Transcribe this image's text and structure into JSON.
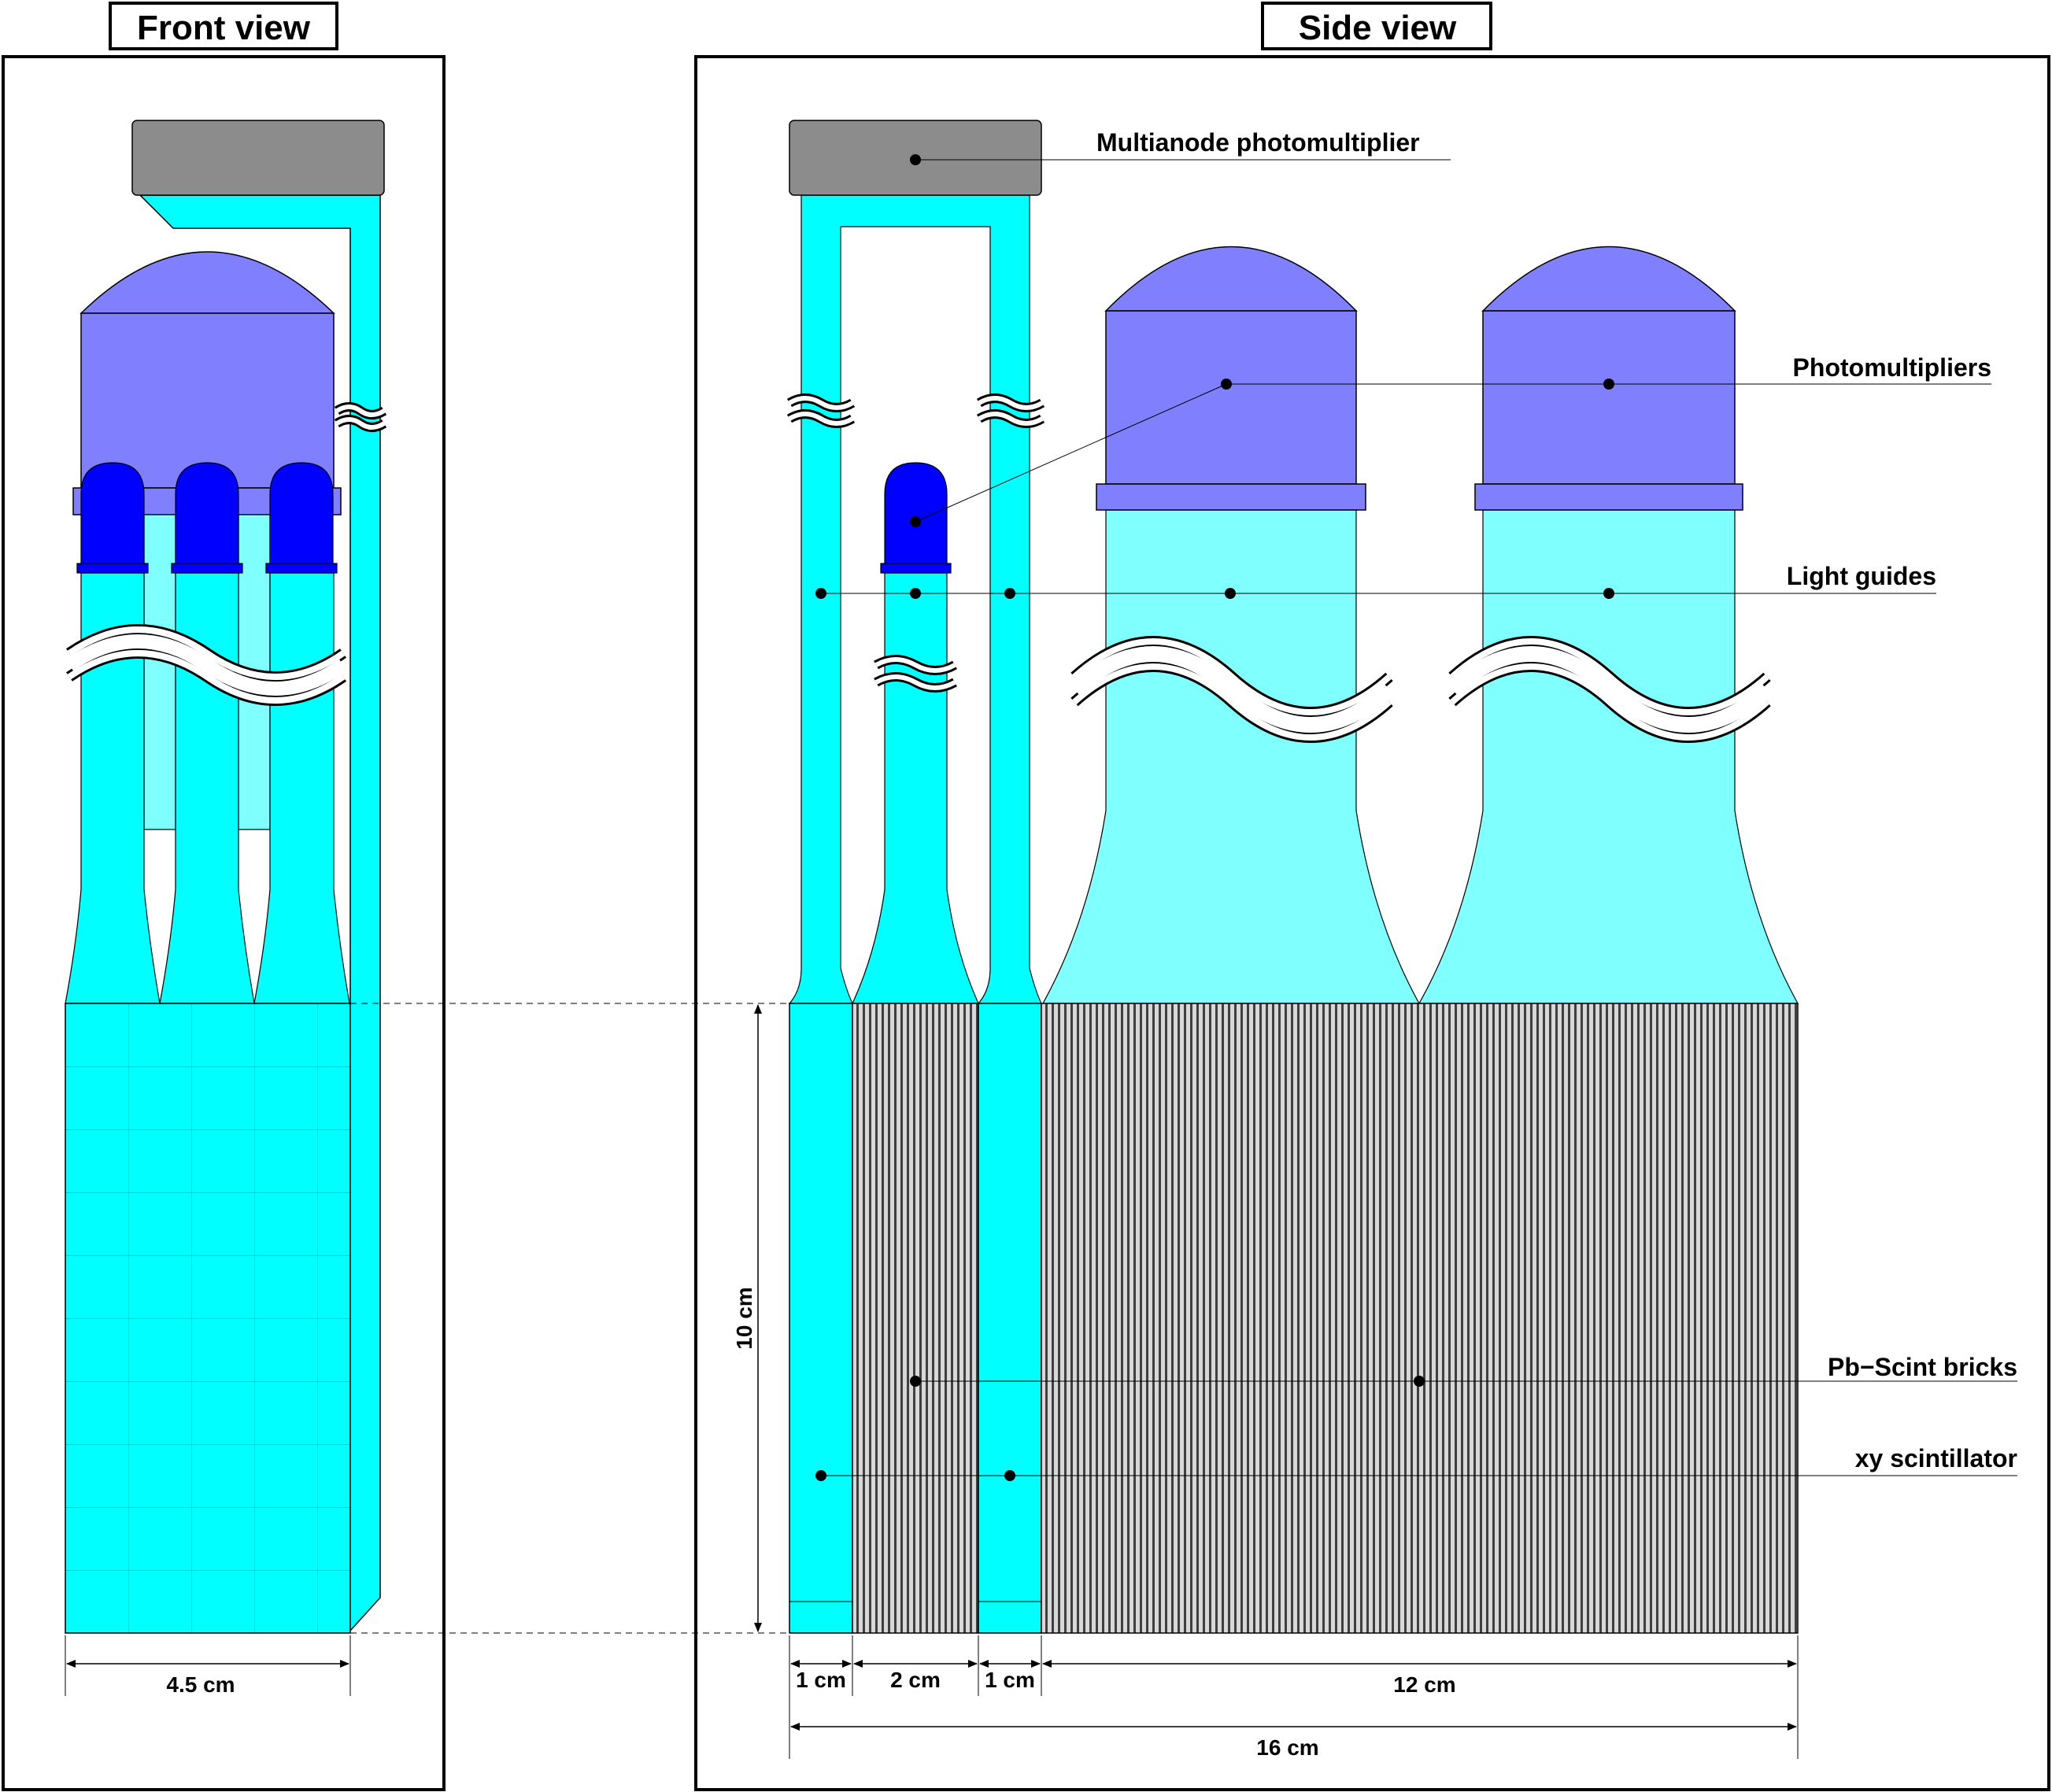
{
  "titles": {
    "front": "Front view",
    "side": "Side view"
  },
  "labels": {
    "multianode": "Multianode photomultiplier",
    "photomultipliers": "Photomultipliers",
    "light_guides": "Light guides",
    "pb_scint": "Pb−Scint bricks",
    "xy_scint": "xy scintillator"
  },
  "dimensions": {
    "front_width": "4.5 cm",
    "height": "10 cm",
    "seg1": "1 cm",
    "seg2": "2 cm",
    "seg3": "1 cm",
    "seg4": "12 cm",
    "total": "16 cm"
  },
  "colors": {
    "cyan": "#00ffff",
    "light_cyan": "#80ffff",
    "pmt_lavender": "#8080ff",
    "pmt_blue": "#0000ff",
    "housing_gray": "#8c8c8c",
    "grid_line": "#2aa6a6",
    "stripe_dark": "#333333"
  }
}
